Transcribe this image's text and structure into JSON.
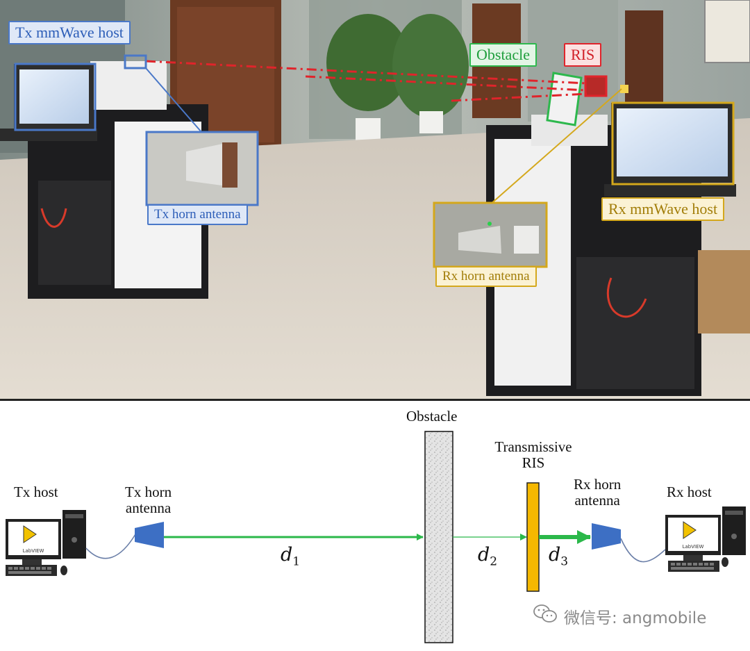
{
  "photo": {
    "callouts": {
      "tx_host": "Tx mmWave host",
      "tx_horn": "Tx horn antenna",
      "obstacle": "Obstacle",
      "ris": "RIS",
      "rx_horn": "Rx horn antenna",
      "rx_host": "Rx mmWave host"
    },
    "colors": {
      "tx": "#4a78c8",
      "obstacle": "#2db84d",
      "ris": "#e0242b",
      "rx": "#d4a81c"
    }
  },
  "diagram": {
    "tx_host": "Tx host",
    "tx_horn_line1": "Tx horn",
    "tx_horn_line2": "antenna",
    "obstacle": "Obstacle",
    "ris_line1": "Transmissive",
    "ris_line2": "RIS",
    "rx_horn_line1": "Rx horn",
    "rx_horn_line2": "antenna",
    "rx_host": "Rx host",
    "d1": {
      "base": "d",
      "sub": "1"
    },
    "d2": {
      "base": "d",
      "sub": "2"
    },
    "d3": {
      "base": "d",
      "sub": "3"
    },
    "monitor_text": "LabVIEW",
    "colors": {
      "beam": "#2bb84a",
      "horn": "#3d6fc4",
      "ris": "#f5b800",
      "obstacle": "#dcdcdc"
    }
  },
  "watermark": "微信号: angmobile"
}
